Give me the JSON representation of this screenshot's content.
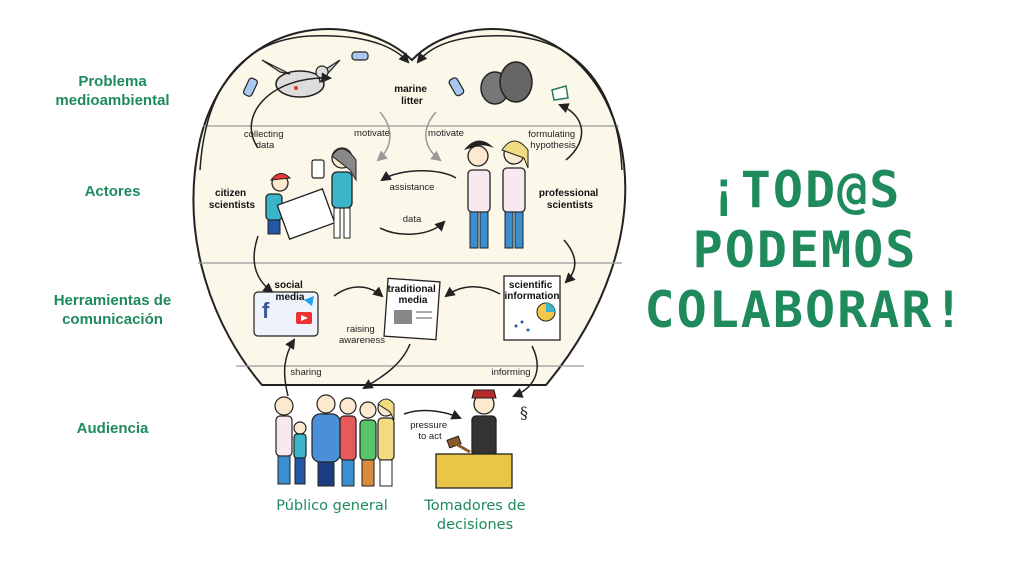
{
  "rows": {
    "problem": "Problema medioambiental",
    "actors": "Actores",
    "tools": "Herramientas de comunicación",
    "audience": "Audiencia"
  },
  "diagram": {
    "marine_litter": [
      "marine",
      "litter"
    ],
    "collecting_data": [
      "collecting",
      "data"
    ],
    "motivate_left": "motivate",
    "motivate_right": "motivate",
    "formulating_hypothesis": [
      "formulating",
      "hypothesis"
    ],
    "citizen_scientists": [
      "citizen",
      "scientists"
    ],
    "professional_scientists": [
      "professional",
      "scientists"
    ],
    "assistance": "assistance",
    "data": "data",
    "social_media": [
      "social",
      "media"
    ],
    "traditional_media": [
      "traditional",
      "media"
    ],
    "scientific_information": [
      "scientific",
      "information"
    ],
    "raising_awareness": [
      "raising",
      "awareness"
    ],
    "sharing": "sharing",
    "informing": "informing",
    "pressure_to_act": [
      "pressure",
      "to act"
    ]
  },
  "captions": {
    "public": "Público general",
    "decision_makers": [
      "Tomadores de",
      "decisiones"
    ]
  },
  "slogan": [
    "¡TOD@S",
    "PODEMOS",
    "COLABORAR!"
  ],
  "colors": {
    "accent": "#1f8a5c",
    "heart_fill": "#fbf8ea",
    "ink": "#222222"
  }
}
